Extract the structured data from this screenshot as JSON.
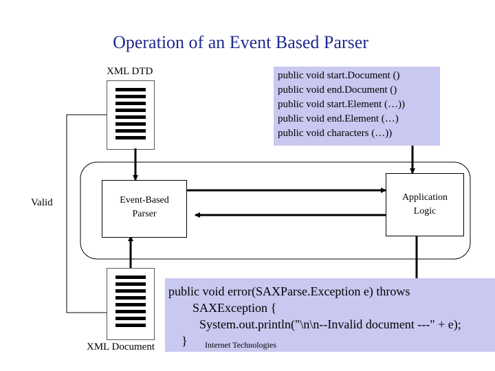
{
  "title": "Operation of an Event Based Parser",
  "dtd": {
    "label": "XML DTD"
  },
  "methods": [
    "public void start.Document ()",
    "public void end.Document ()",
    "public void start.Element (…))",
    "public void end.Element (…)",
    "public void characters (…))"
  ],
  "valid_label": "Valid",
  "parser": {
    "line1": "Event-Based",
    "line2": "Parser"
  },
  "app_logic": {
    "line1": "Application",
    "line2": "Logic"
  },
  "error_handler": {
    "line1": "public void error(SAXParse.Exception e) throws",
    "line2": "SAXException {",
    "line3": "System.out.println(\"\\n\\n--Invalid document ---\" + e);",
    "line4": "}"
  },
  "footer": "Internet Technologies",
  "xml_document": {
    "label": "XML Document"
  },
  "colors": {
    "title": "#1f2a8c",
    "highlight_box": "#c8c8f0"
  },
  "icons": [
    "document-icon",
    "arrow-icon"
  ]
}
